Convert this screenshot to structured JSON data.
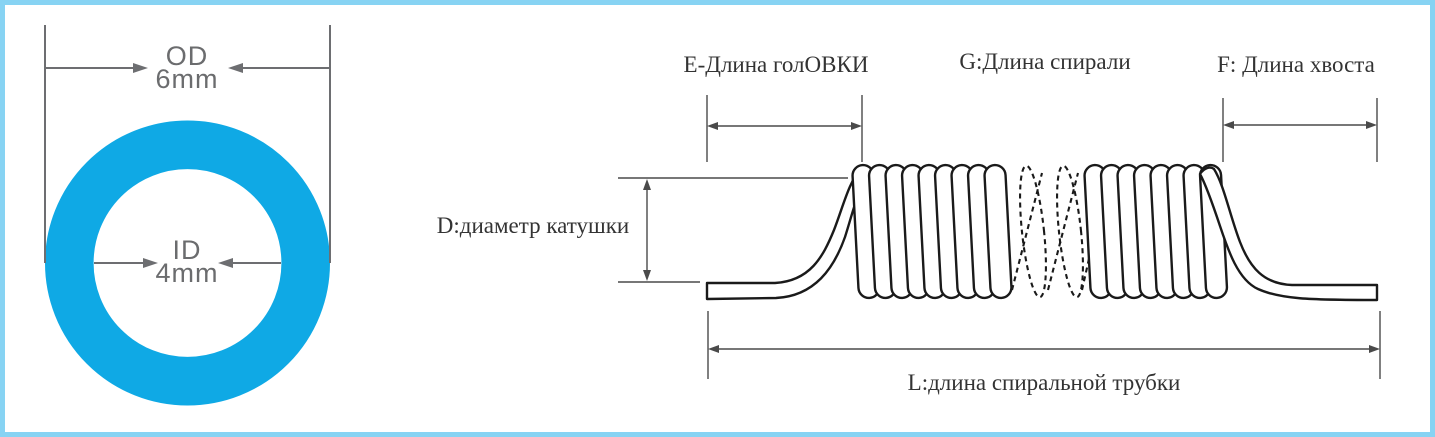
{
  "diagram_title": "coiled-tube-dimension-diagram",
  "frame": {
    "border_color": "#87d3f3",
    "background_color": "#ffffff"
  },
  "cross_section": {
    "od_label": "OD",
    "od_value": "6mm",
    "id_label": "ID",
    "id_value": "4mm",
    "ring_color": "#0fa9e5",
    "line_color": "#6d6e71",
    "text_color": "#6b6c6e"
  },
  "coil_diagram": {
    "head_length_label": "Е-Длина голОВКИ",
    "spiral_length_label": "G:Длина спирали",
    "tail_length_label": "F: Длина хвоста",
    "coil_diameter_label": "D:диаметр катушки",
    "total_length_label": "L:длина спиральной трубки",
    "drawing_color": "#1a1a1a",
    "dimension_line_color": "#4a4a4a",
    "text_color": "#333333"
  }
}
